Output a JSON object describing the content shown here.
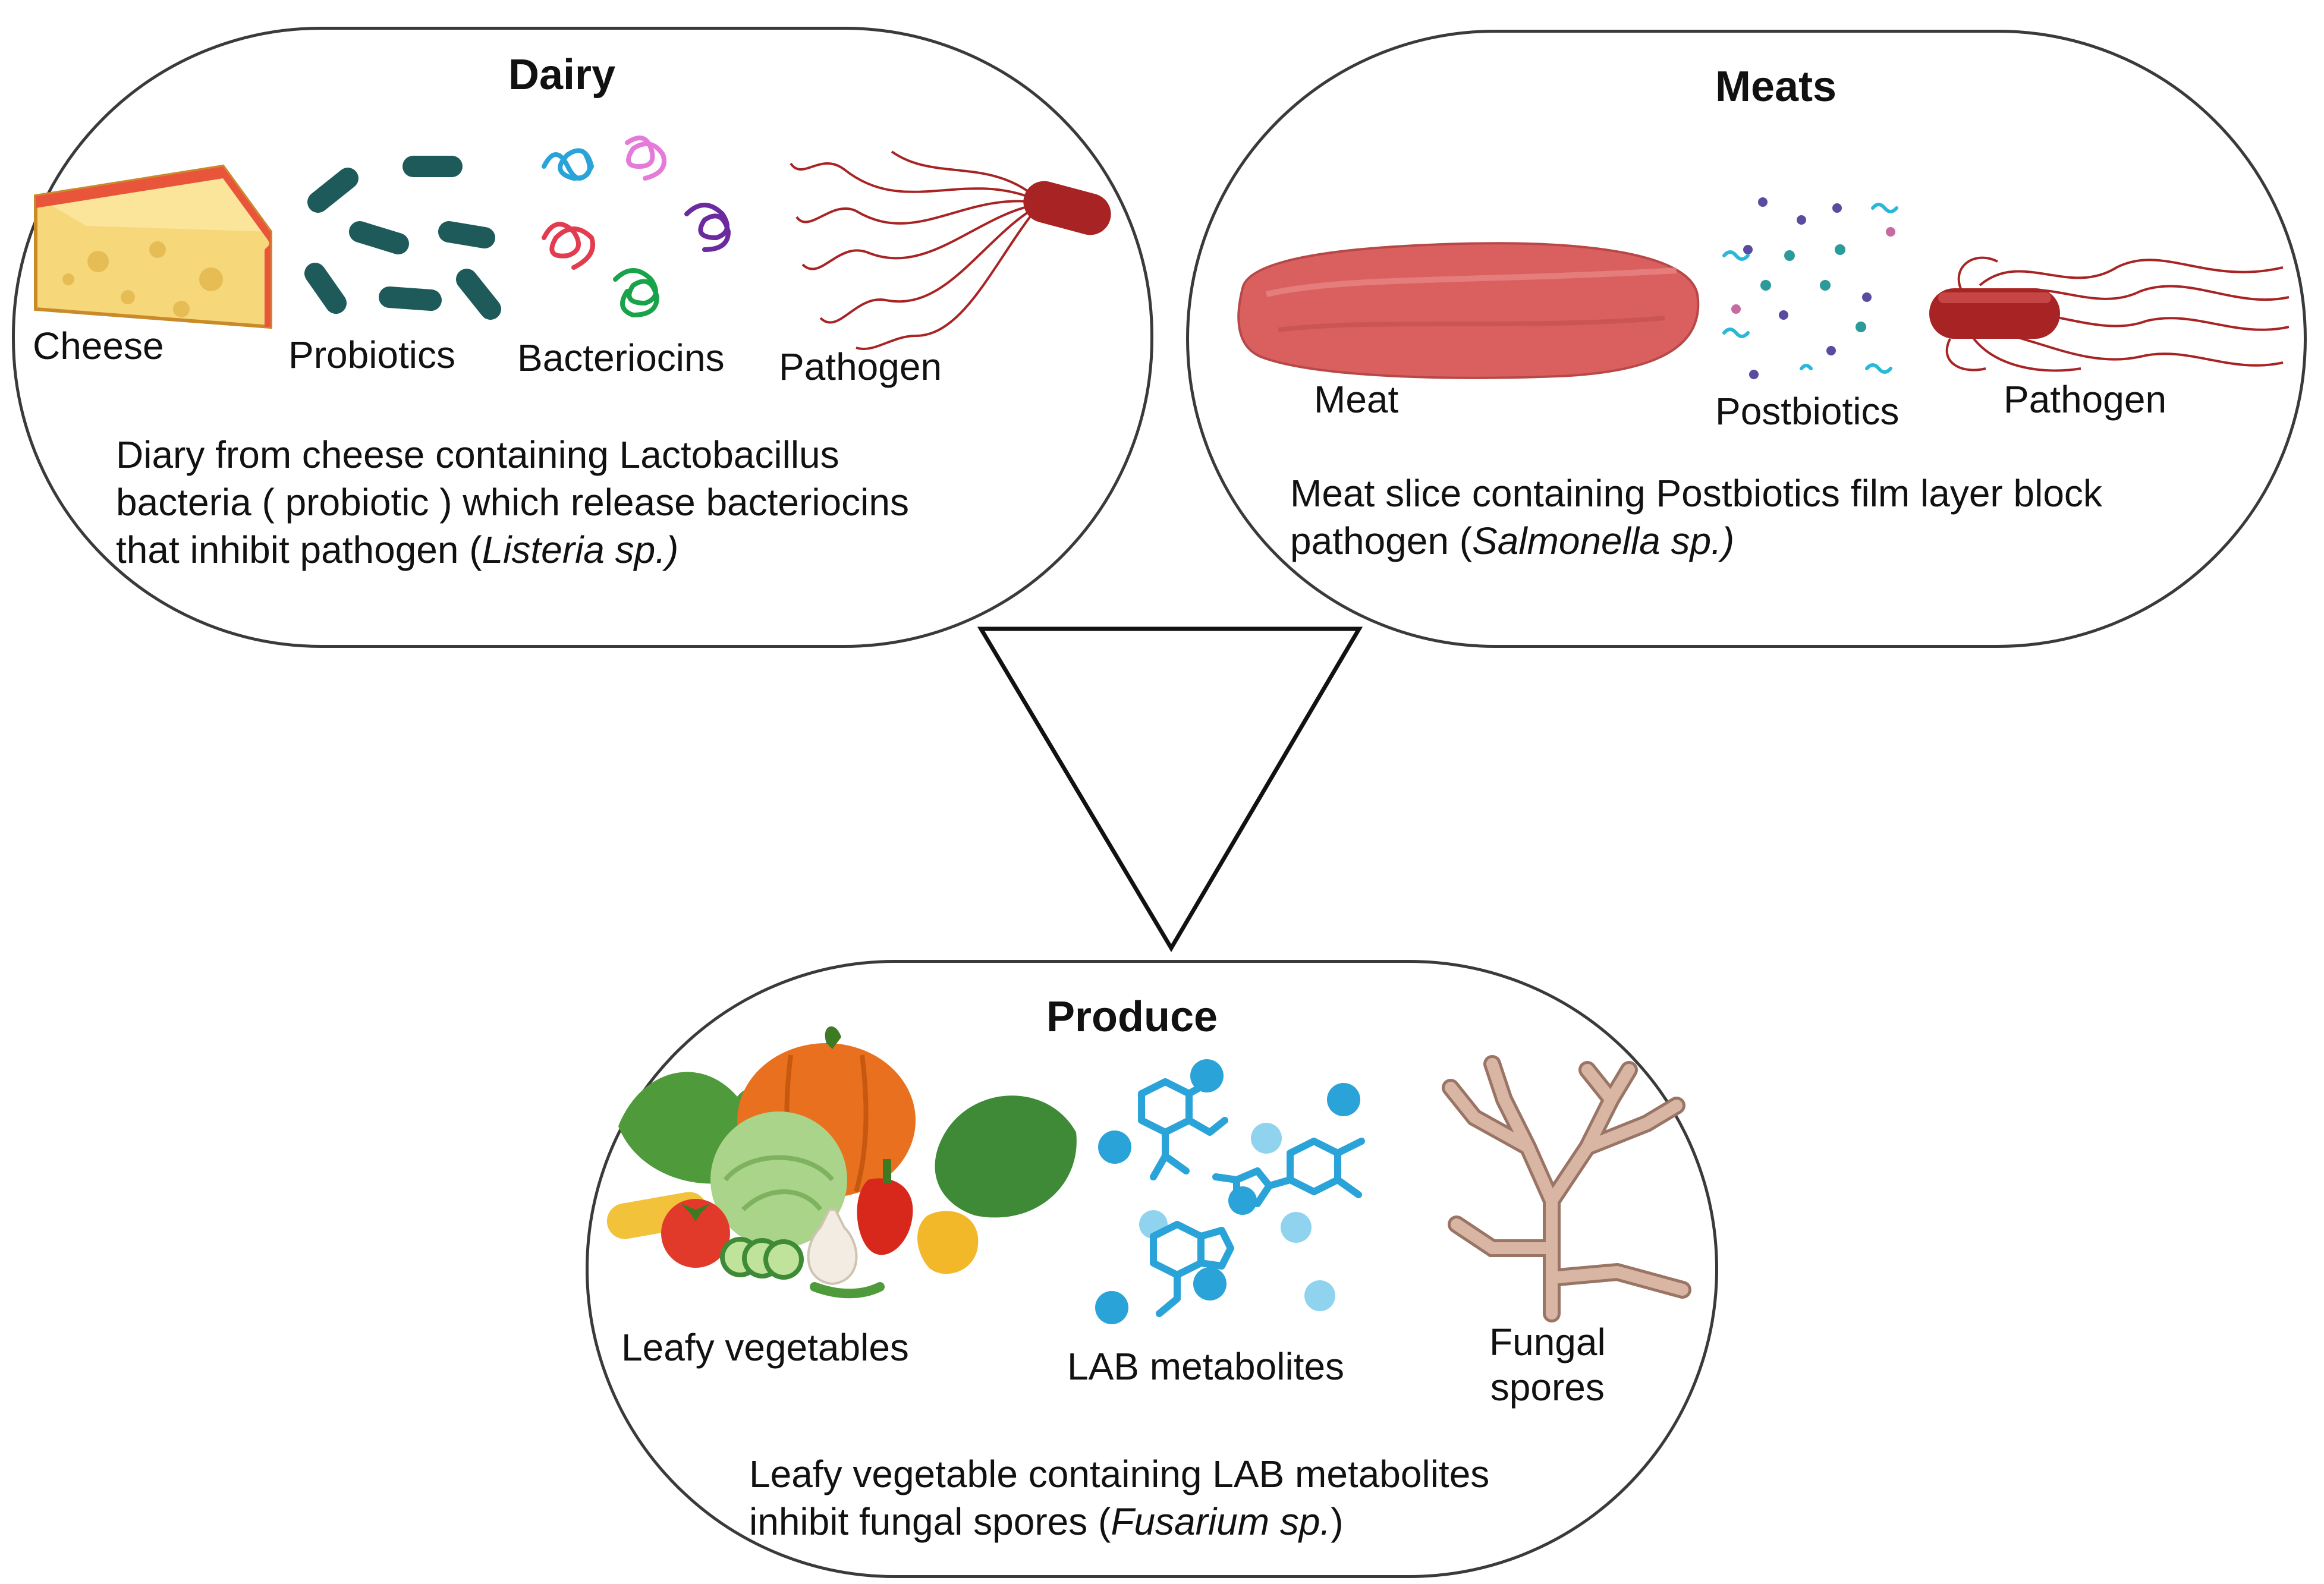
{
  "dairy": {
    "title": "Dairy",
    "labels": {
      "cheese": "Cheese",
      "probiotics": "Probiotics",
      "bacteriocins": "Bacteriocins",
      "pathogen": "Pathogen"
    },
    "description": {
      "line1": "Diary from cheese containing Lactobacillus",
      "line2": "bacteria ( probiotic ) which  release bacteriocins",
      "line3_prefix": "that inhibit pathogen (",
      "line3_italic": "Listeria sp.)"
    }
  },
  "meats": {
    "title": "Meats",
    "labels": {
      "meat": "Meat",
      "postbiotics": "Postbiotics",
      "pathogen": "Pathogen"
    },
    "description": {
      "line1": "Meat slice containing Postbiotics film layer block",
      "line2_prefix": "pathogen (",
      "line2_italic": "Salmonella sp.)"
    }
  },
  "produce": {
    "title": "Produce",
    "labels": {
      "leafy": "Leafy vegetables",
      "lab": "LAB metabolites",
      "fungal_line1": "Fungal",
      "fungal_line2": "spores"
    },
    "description": {
      "line1": "Leafy vegetable containing LAB metabolites",
      "line2_prefix": "inhibit fungal spores (",
      "line2_italic": "Fusarium sp.",
      "line2_suffix": ")"
    }
  },
  "colors": {
    "outline": "#3a3a3a",
    "cheese": "#f6d77a",
    "cheese_rind": "#e8553a",
    "probiotic": "#1f5a5a",
    "pathogen": "#a82424",
    "meat": "#d9605f",
    "metabolite": "#2aa3d8",
    "fungus": "#c9a08a"
  }
}
